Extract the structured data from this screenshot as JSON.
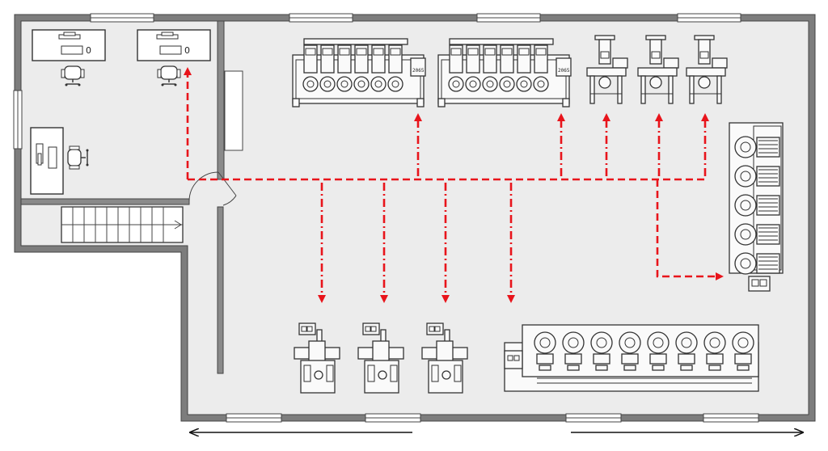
{
  "office": {
    "desks": [
      {
        "number": "0"
      },
      {
        "number": "0"
      }
    ]
  },
  "machines": {
    "multi_head_top": [
      {
        "model": "2065"
      },
      {
        "model": "2065"
      }
    ],
    "single_head_top_count": 3,
    "multi_head_right_heads": 5,
    "bottom_single_count": 3,
    "bottom_multi_heads": 8
  },
  "colors": {
    "route": "#e8141b",
    "wall": "#8a8a8a",
    "floor": "#ececec"
  },
  "icons": {
    "route_arrow": "red-dashed-arrow",
    "dimension_arrow": "black-arrow"
  }
}
